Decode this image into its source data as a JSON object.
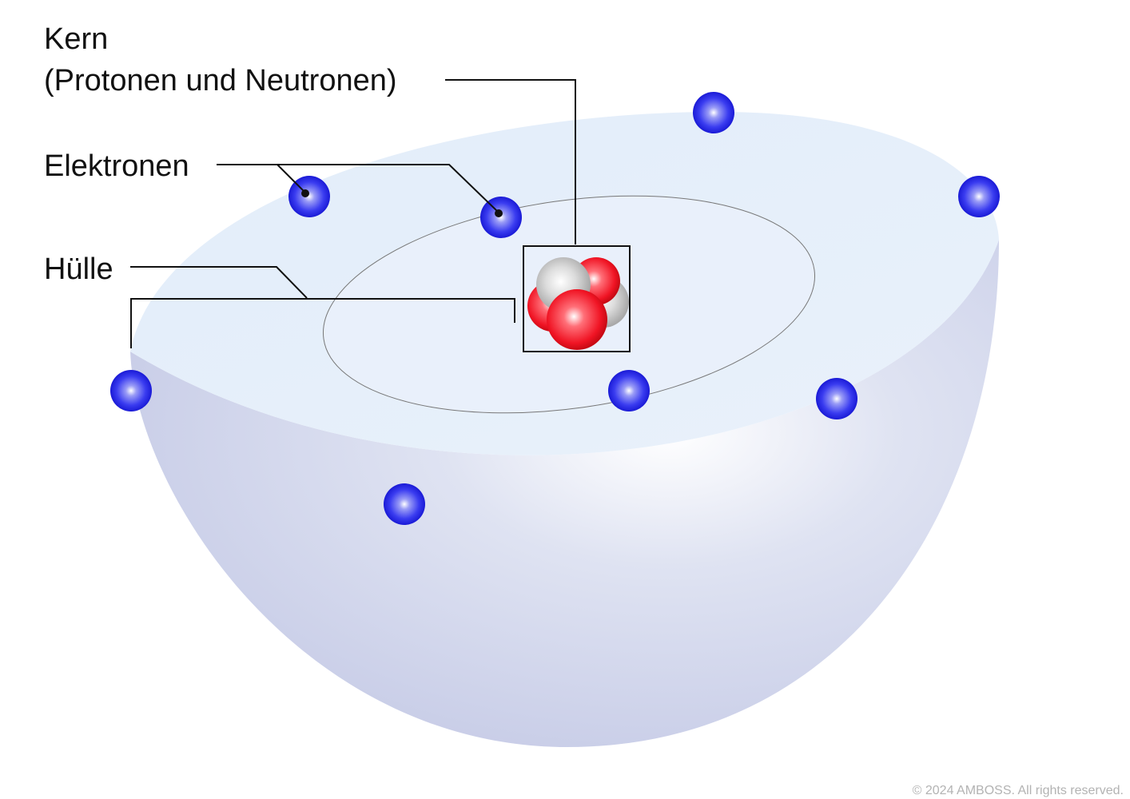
{
  "labels": {
    "kern_line1": "Kern",
    "kern_line2": "(Protonen und Neutronen)",
    "elektronen": "Elektronen",
    "huelle": "Hülle"
  },
  "copyright": "© 2024 AMBOSS. All rights reserved.",
  "colors": {
    "electron": "#2a2ae8",
    "proton": "#e8121e",
    "neutron": "#c8c8c8",
    "shell_top": "#e4eef9",
    "shell_body": "#c4cae6"
  }
}
